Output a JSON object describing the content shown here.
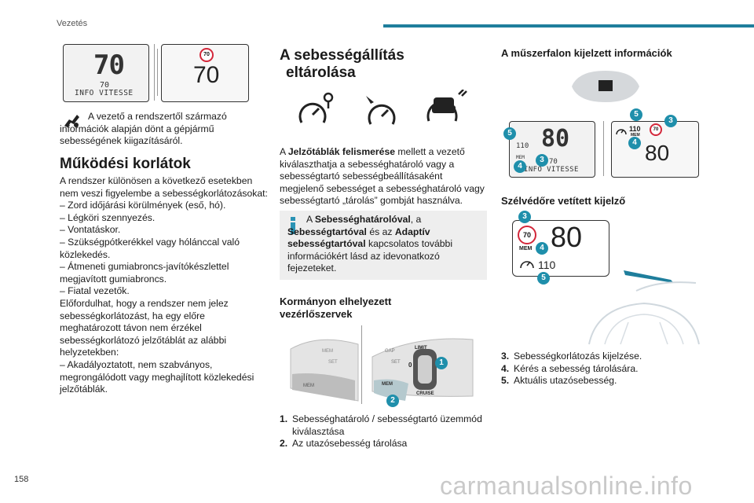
{
  "header": {
    "section": "Vezetés",
    "page_number": "158"
  },
  "watermark": "carmanualsonline.info",
  "top_images": {
    "cluster_speed": "70",
    "cluster_small_value": "70",
    "cluster_small_text": "INFO VITESSE",
    "hud_sign": "70",
    "hud_speed": "70"
  },
  "col1": {
    "driver_note": "A vezető a rendszertől származó információk alapján dönt a gépjármű sebességének kiigazításáról.",
    "limits_heading": "Működési korlátok",
    "limits_intro": "A rendszer különösen a következő esetekben nem veszi figyelembe a sebességkorlátozásokat:",
    "limits_items": [
      "– Zord időjárási körülmények (eső, hó).",
      "– Légköri szennyezés.",
      "– Vontatáskor.",
      "– Szükségpótkerékkel vagy hólánccal való közlekedés.",
      "– Átmeneti gumiabroncs-javítókészlettel megjavított gumiabroncs.",
      "– Fiatal vezetők."
    ],
    "limits_tail": "Előfordulhat, hogy a rendszer nem jelez sebességkorlátozást, ha egy előre meghatározott távon nem érzékel sebességkorlátozó jelzőtáblát az alábbi helyzetekben:",
    "limits_tail_item": "– Akadályoztatott, nem szabványos, megrongálódott vagy meghajlított közlekedési jelzőtáblák."
  },
  "col2": {
    "heading_line1": "A sebességállítás",
    "heading_line2": "eltárolása",
    "para_prefix": "A ",
    "para_bold": "Jelzőtáblák felismerése",
    "para_rest": " mellett a vezető kiválaszthatja a sebességhatároló vagy a sebességtartó sebességbeállításaként megjelenő sebességet a sebességhatároló vagy sebességtartó „tárolás” gombját használva.",
    "info_p1": "A ",
    "info_b1": "Sebességhatárolóval",
    "info_p2": ", a ",
    "info_b2": "Sebességtartóval",
    "info_p3": " és az ",
    "info_b3": "Adaptív sebességtartóval",
    "info_p4": " kapcsolatos további információkért lásd az idevonatkozó fejezeteket.",
    "controls_heading_line1": "Kormányon elhelyezett",
    "controls_heading_line2": "vezérlőszervek",
    "stalk": {
      "mem": "MEM",
      "set": "SET",
      "limit": "LIMIT",
      "cruise": "CRUISE",
      "gap": "GAP",
      "zero": "0",
      "callout1": "1",
      "callout2": "2"
    },
    "list": [
      {
        "n": "1.",
        "text": "Sebességhatároló / sebességtartó üzemmód kiválasztása"
      },
      {
        "n": "2.",
        "text": "Az utazósebesség tárolása"
      }
    ]
  },
  "col3": {
    "cluster_heading": "A műszerfalon kijelzett információk",
    "cluster_left": {
      "speed": "80",
      "small": "110",
      "small2": "70",
      "text": "INFO VITESSE",
      "mem": "MEM",
      "c5": "5",
      "c4": "4",
      "c3": "3"
    },
    "cluster_right": {
      "small": "110",
      "mem": "MEM",
      "sign": "70",
      "speed": "80",
      "c5": "5",
      "c3": "3",
      "c4": "4"
    },
    "hud_heading": "Szélvédőre vetített kijelző",
    "hud": {
      "sign": "70",
      "speed": "80",
      "mem": "MEM",
      "small": "110",
      "c3": "3",
      "c4": "4",
      "c5": "5"
    },
    "list": [
      {
        "n": "3.",
        "text": "Sebességkorlátozás kijelzése."
      },
      {
        "n": "4.",
        "text": "Kérés a sebesség tárolására."
      },
      {
        "n": "5.",
        "text": "Aktuális utazósebesség."
      }
    ]
  }
}
